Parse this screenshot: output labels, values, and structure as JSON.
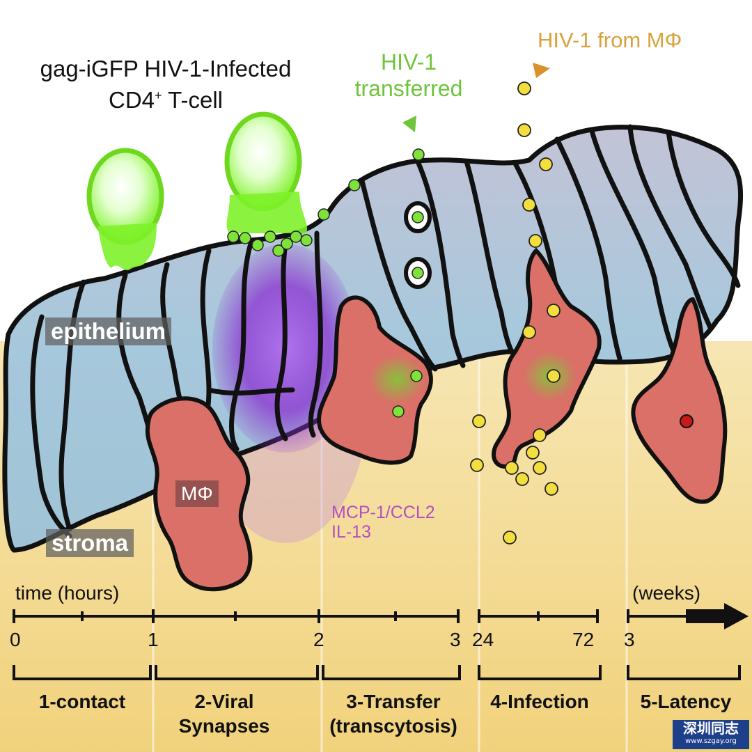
{
  "title": {
    "line1": "gag-iGFP HIV-1-Infected",
    "line2_main": "CD4",
    "line2_sup": "+",
    "line2_rest": " T-cell"
  },
  "annotations": {
    "hiv_transferred_line1": "HIV-1",
    "hiv_transferred_line2": "transferred",
    "hiv_from_mphi": "HIV-1 from MΦ",
    "cytokine_line1": "MCP-1/CCL2",
    "cytokine_line2": "IL-13"
  },
  "tissue_labels": {
    "epithelium": "epithelium",
    "stroma": "stroma",
    "macrophage": "MΦ"
  },
  "timeline": {
    "hours_label": "time (hours)",
    "weeks_label": "(weeks)",
    "ticks": [
      "0",
      "1",
      "2",
      "3",
      "24",
      "72",
      "3"
    ]
  },
  "phases": [
    {
      "line1": "1-contact",
      "line2": ""
    },
    {
      "line1": "2-Viral",
      "line2": "Synapses"
    },
    {
      "line1": "3-Transfer",
      "line2": "(transcytosis)"
    },
    {
      "line1": "4-Infection",
      "line2": ""
    },
    {
      "line1": "5-Latency",
      "line2": ""
    }
  ],
  "watermark": {
    "line1": "深圳同志",
    "line2": "www.szgay.org"
  },
  "colors": {
    "tcell_green": "#7ef22a",
    "transferred_green": "#6ec43a",
    "virion_yellow": "#f2de3c",
    "macrophage_red": "#d9706a",
    "synapse_purple": "#8a2fd0",
    "epithelium_blue": "#a9c6d8",
    "stroma_yellow": "#f4dc96"
  }
}
